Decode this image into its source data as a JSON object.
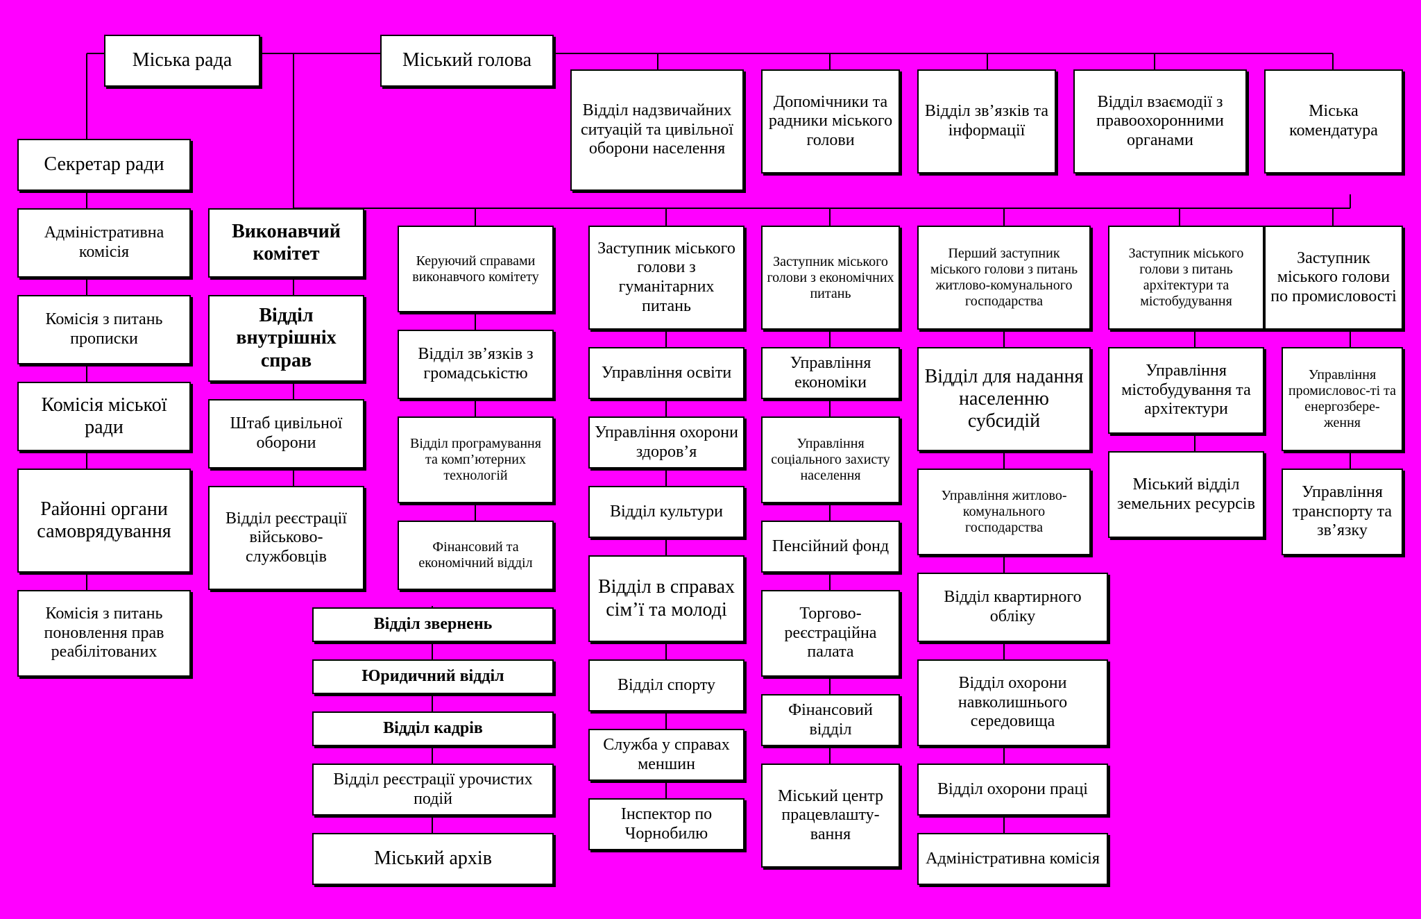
{
  "org_chart": {
    "city_council": "Міська рада",
    "mayor": "Міський голова",
    "top_row": [
      "Відділ надзвичайних ситуацій та цивільної оборони населення",
      "Допомічники та радники міського голови",
      "Відділ зв’язків та інформації",
      "Відділ взаємодії з правоохоронними органами",
      "Міська комендатура"
    ],
    "council_column": [
      "Секретар ради",
      "Адміністративна комісія",
      "Комісія з питань прописки",
      "Комісія міської ради",
      "Районні органи самоврядування",
      "Комісія з питань поновлення прав реабілітованих"
    ],
    "executive_column": [
      "Виконавчий комітет",
      "Відділ внутрішніх справ",
      "Штаб цивільної оборони",
      "Відділ реєстрації військово-службовців"
    ],
    "managing_column": [
      "Керуючий справами виконавчого комітету",
      "Відділ зв’язків з громадськістю",
      "Відділ програмування та комп’ютерних технологій",
      "Фінансовий та економічний відділ"
    ],
    "bottom_stack": [
      "Відділ звернень",
      "Юридичний відділ",
      "Відділ кадрів",
      "Відділ реєстрації урочистих подій",
      "Міський архів"
    ],
    "humanitarian_column": [
      "Заступник міського голови з гуманітарних питань",
      "Управління освіти",
      "Управління охорони здоров’я",
      "Відділ культури",
      "Відділ в справах сім’ї та молоді",
      "Відділ спорту",
      "Служба у справах меншин",
      "Інспектор по Чорнобилю"
    ],
    "economic_column": [
      "Заступник міського голови з економічних питань",
      "Управління економіки",
      "Управління соціального захисту населення",
      "Пенсійний фонд",
      "Торгово-реєстраційна палата",
      "Фінансовий відділ",
      "Міський центр працевлашту-вання"
    ],
    "housing_column": [
      "Перший заступник міського голови з питань житлово-комунального господарства",
      "Відділ для надання населенню субсидій",
      "Управління житлово-комунального господарства",
      "Відділ квартирного обліку",
      "Відділ охорони навколишнього середовища",
      "Відділ охорони праці",
      "Адміністративна комісія"
    ],
    "architecture_column": [
      "Заступник міського голови з питань архітектури та містобудування",
      "Управління містобудування та архітектури",
      "Міський відділ земельних ресурсів"
    ],
    "industry_column": [
      "Заступник міського голови по промисловості",
      "Управління промисловос-ті та енергозбере-ження",
      "Управління транспорту та зв’язку"
    ]
  }
}
